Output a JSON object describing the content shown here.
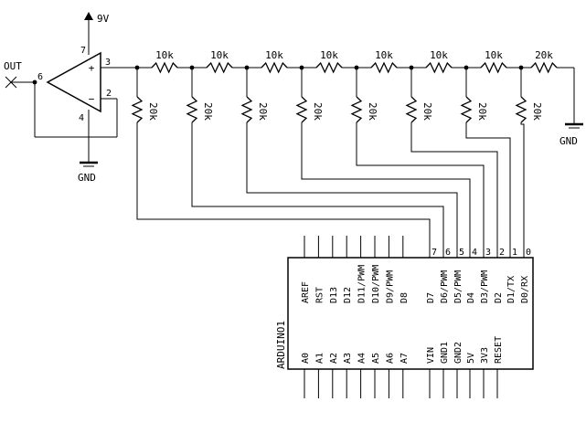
{
  "labels": {
    "supply": "9V",
    "output": "OUT",
    "gnd_opamp": "GND",
    "gnd_ladder": "GND",
    "opamp_pin_out": "6",
    "opamp_pin_vplus": "7",
    "opamp_pin_in_plus": "3",
    "opamp_pin_in_minus": "2",
    "opamp_pin_vminus": "4",
    "plus_sign": "+",
    "minus_sign": "−",
    "module_name": "ARDUINO1"
  },
  "ladder": {
    "series_values": [
      "10k",
      "10k",
      "10k",
      "10k",
      "10k",
      "10k",
      "10k",
      "20k"
    ],
    "shunt_values": [
      "20k",
      "20k",
      "20k",
      "20k",
      "20k",
      "20k",
      "20k",
      "20k"
    ]
  },
  "arduino": {
    "top_pin_numbers": [
      "7",
      "6",
      "5",
      "4",
      "3",
      "2",
      "1",
      "0"
    ],
    "top_left_pins": [
      "AREF",
      "RST",
      "D13",
      "D12",
      "D11/PWM",
      "D10/PWM",
      "D9/PWM",
      "D8"
    ],
    "top_right_pins": [
      "D7",
      "D6/PWM",
      "D5/PWM",
      "D4",
      "D3/PWM",
      "D2",
      "D1/TX",
      "D0/RX"
    ],
    "bottom_left_pins": [
      "A0",
      "A1",
      "A2",
      "A3",
      "A4",
      "A5",
      "A6",
      "A7"
    ],
    "bottom_right_pins": [
      "VIN",
      "GND1",
      "GND2",
      "5V",
      "3V3",
      "RESET"
    ]
  }
}
